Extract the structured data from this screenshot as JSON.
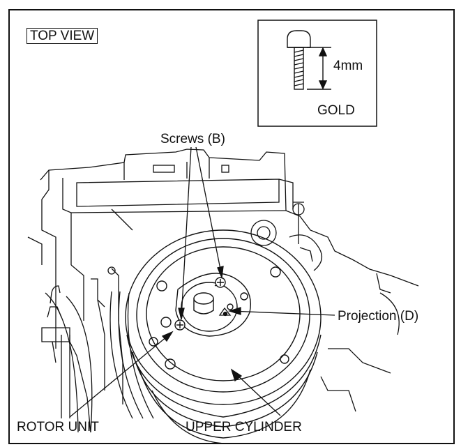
{
  "view_label": "TOP VIEW",
  "screw_detail": {
    "length_label": "4mm",
    "color_label": "GOLD"
  },
  "callouts": {
    "screws": "Screws (B)",
    "projection": "Projection (D)",
    "rotor_unit": "ROTOR UNIT",
    "upper_cylinder": "UPPER CYLINDER"
  }
}
